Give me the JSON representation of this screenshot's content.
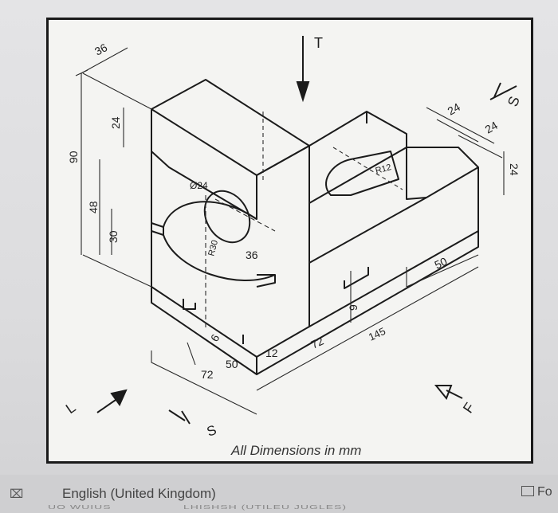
{
  "drawing": {
    "view_labels": {
      "top": "T",
      "side_top": "S",
      "side_bottom": "S",
      "left": "L",
      "front": "F"
    },
    "dimensions": {
      "d36": "36",
      "d90": "90",
      "d48": "48",
      "d30": "30",
      "d24_left": "24",
      "d24_top1": "24",
      "d24_top2": "24",
      "d24_right": "24",
      "phi24": "Ø24",
      "r30": "R30",
      "d36_hole": "36",
      "r12": "R12",
      "d50_right": "50",
      "d145": "145",
      "d72_right": "72",
      "d12": "12",
      "d9": "9",
      "d6": "6",
      "d50_bottom": "50",
      "d72_bottom": "72"
    },
    "caption": "All Dimensions in mm"
  },
  "statusbar": {
    "icon": "⌧",
    "language": "English (United Kingdom)",
    "focus": "Fo",
    "cut_left": "UO WUIUS",
    "cut_right": "LHISHSH (UTILEU JUGLES)"
  }
}
